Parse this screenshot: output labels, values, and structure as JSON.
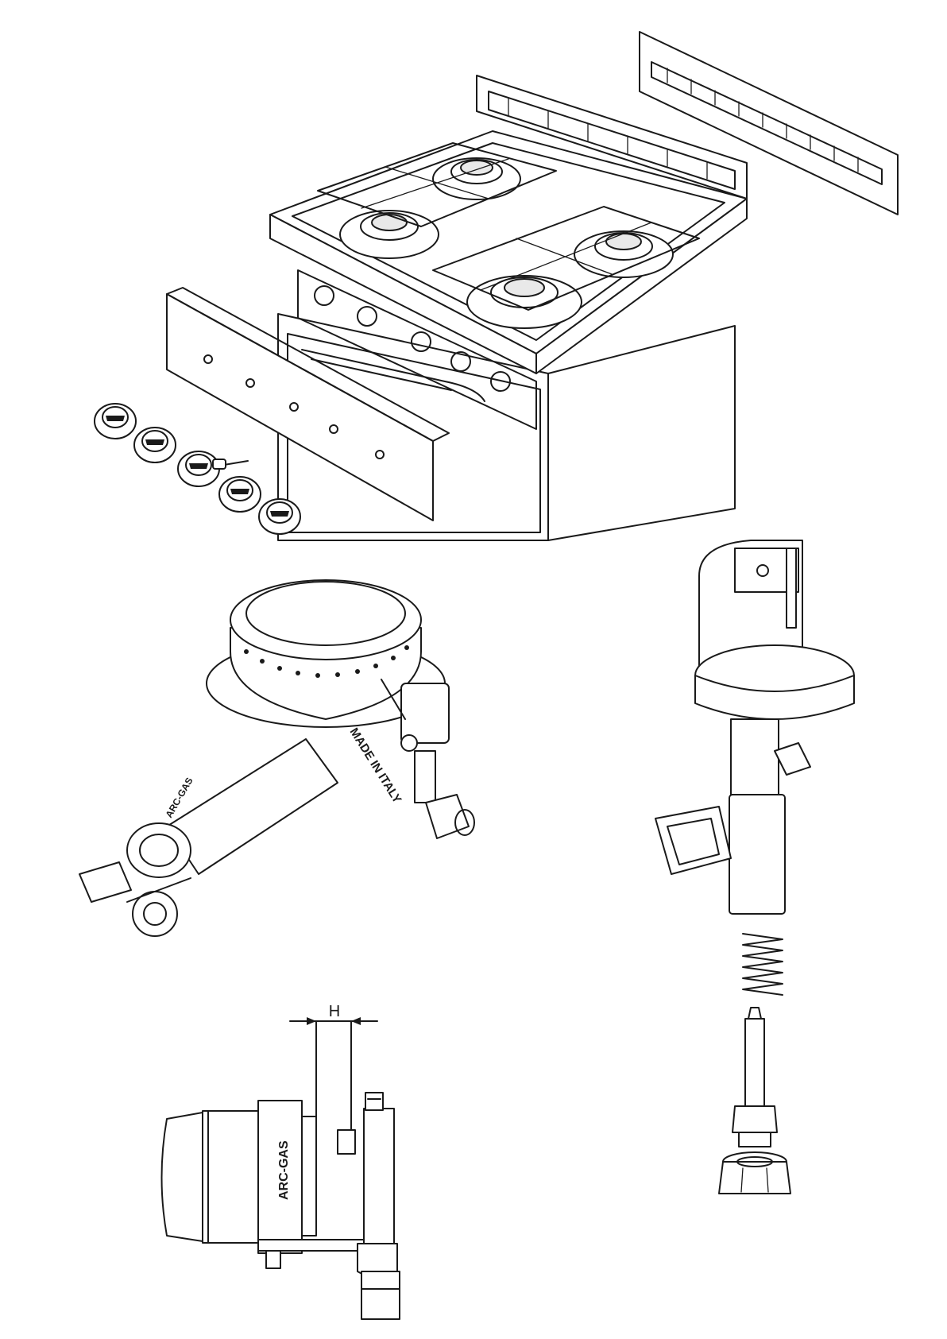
{
  "labels": {
    "burner_stamp": "MADE IN ITALY",
    "burner_brand": "ARC-GAS",
    "side_brand": "ARC-GAS",
    "dimension_h": "H"
  },
  "colors": {
    "line": "#1a1a1a",
    "background": "#ffffff"
  }
}
